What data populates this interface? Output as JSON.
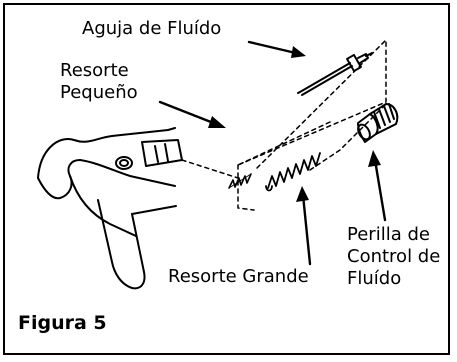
{
  "labels": {
    "fluid_needle": "Aguja de Fluído",
    "small_spring": "Resorte\nPequeño",
    "large_spring": "Resorte Grande",
    "fluid_control_knob": "Perilla de\nControl de\nFluído"
  },
  "caption": "Figura 5"
}
